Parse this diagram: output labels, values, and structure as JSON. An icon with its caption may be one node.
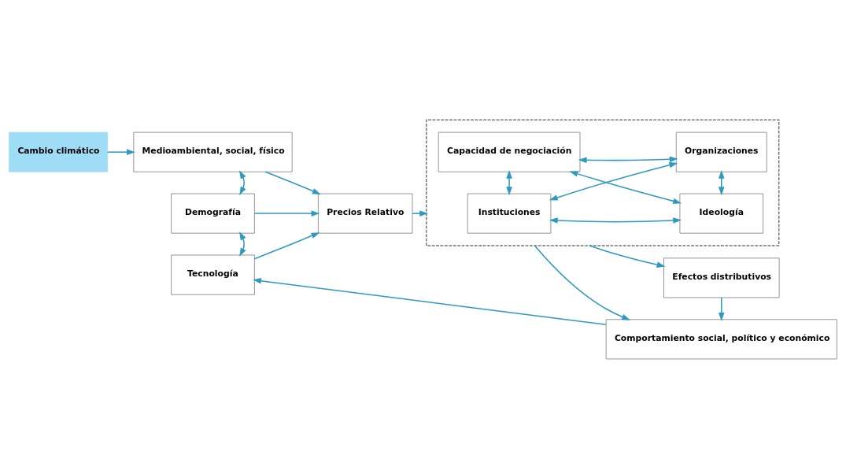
{
  "diagram": {
    "nodes": [
      {
        "text": [
          "Cambio climático"
        ]
      },
      {
        "text": [
          "Medioambiental, social, físico"
        ]
      },
      {
        "text": [
          "Demografía"
        ]
      },
      {
        "text": [
          "Tecnología"
        ]
      },
      {
        "text": [
          "Precios Relativo"
        ]
      },
      {
        "text": [],
        "shape": "box"
      },
      {
        "text": [
          "Instituciones"
        ],
        "in": 5
      },
      {
        "text": [
          "Ideología"
        ],
        "in": 5
      },
      {
        "text": [
          "Capacidad de negociación"
        ],
        "in": 5
      },
      {
        "text": [
          "Organizaciones"
        ],
        "in": 5
      },
      {
        "text": [
          "Efectos distributivos"
        ]
      },
      {
        "text": [
          "Comportamiento social, político y económico"
        ]
      }
    ],
    "edges": [
      {
        "from": 0,
        "to": 1,
        "arrow": "to"
      },
      {
        "from": 1,
        "to": 2,
        "arrow": "both"
      },
      {
        "from": 2,
        "to": 3,
        "arrow": "both"
      },
      {
        "from": 1,
        "to": 4,
        "arrow": "to"
      },
      {
        "from": 2,
        "to": 4,
        "arrow": "to"
      },
      {
        "from": 3,
        "to": 4,
        "arrow": "to"
      },
      {
        "from": 4,
        "to": 5,
        "arrow": "to"
      },
      {
        "from": 6,
        "to": 7,
        "arrow": "both"
      },
      {
        "from": 6,
        "to": 8,
        "arrow": "both"
      },
      {
        "from": 6,
        "to": 9,
        "arrow": "both"
      },
      {
        "from": 7,
        "to": 8,
        "arrow": "both"
      },
      {
        "from": 7,
        "to": 9,
        "arrow": "both"
      },
      {
        "from": 8,
        "to": 9,
        "arrow": "both"
      },
      {
        "from": 5,
        "to": 10,
        "arrow": "to"
      },
      {
        "from": 5,
        "to": 11,
        "arrow": "to"
      },
      {
        "from": 10,
        "to": 11,
        "arrow": "to"
      },
      {
        "from": 11,
        "to": 3,
        "arrow": "to"
      }
    ]
  }
}
